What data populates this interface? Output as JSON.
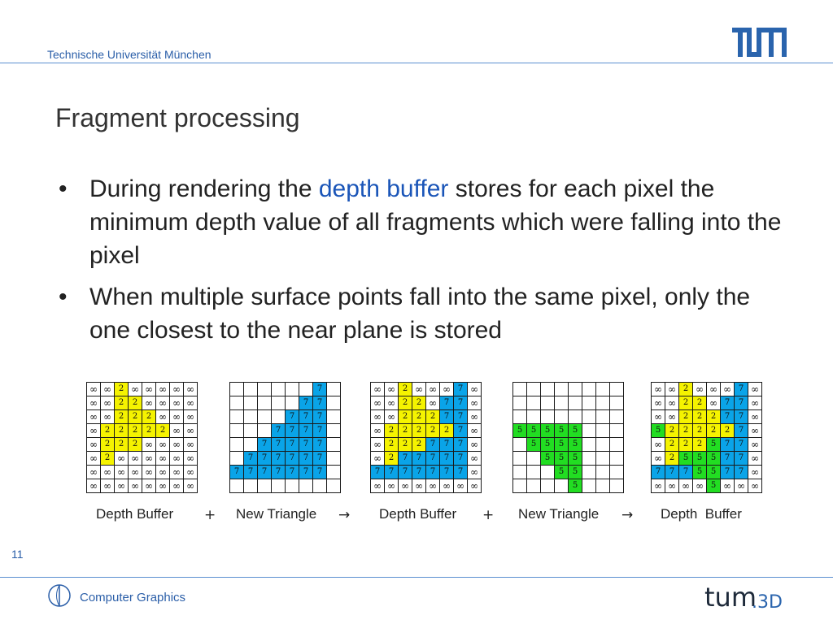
{
  "header": {
    "university": "Technische Universität München",
    "logo": "tum-logo"
  },
  "slide": {
    "title": "Fragment processing",
    "bullets": [
      {
        "dot": "•",
        "pre": "During rendering the ",
        "highlight": "depth buffer",
        "post": " stores for each pixel the minimum depth value of all fragments which were falling into the pixel"
      },
      {
        "dot": "•",
        "pre": "When multiple surface points fall into the same pixel, only the one closest to the near plane is stored",
        "highlight": "",
        "post": ""
      }
    ]
  },
  "colors": {
    "yellow": "#f5f300",
    "blue": "#0aa4e8",
    "green": "#22dd22",
    "accent": "#2a5ea8"
  },
  "legend": {
    "y": "yellow",
    "b": "blue",
    "g": "green",
    "w": "white"
  },
  "grids": [
    {
      "name": "depth-buffer-initial",
      "values": [
        [
          "∞",
          "∞",
          "2",
          "∞",
          "∞",
          "∞",
          "∞",
          "∞"
        ],
        [
          "∞",
          "∞",
          "2",
          "2",
          "∞",
          "∞",
          "∞",
          "∞"
        ],
        [
          "∞",
          "∞",
          "2",
          "2",
          "2",
          "∞",
          "∞",
          "∞"
        ],
        [
          "∞",
          "2",
          "2",
          "2",
          "2",
          "2",
          "∞",
          "∞"
        ],
        [
          "∞",
          "2",
          "2",
          "2",
          "∞",
          "∞",
          "∞",
          "∞"
        ],
        [
          "∞",
          "2",
          "∞",
          "∞",
          "∞",
          "∞",
          "∞",
          "∞"
        ],
        [
          "∞",
          "∞",
          "∞",
          "∞",
          "∞",
          "∞",
          "∞",
          "∞"
        ],
        [
          "∞",
          "∞",
          "∞",
          "∞",
          "∞",
          "∞",
          "∞",
          "∞"
        ]
      ],
      "colors": [
        "wwywwwww",
        "wwyywwww",
        "wwyyywww",
        "wyyyyyww",
        "wyyywwww",
        "wywwwwww",
        "wwwwwwww",
        "wwwwwwww"
      ]
    },
    {
      "name": "new-triangle-blue",
      "values": [
        [
          "",
          "",
          "",
          "",
          "",
          "",
          "7",
          ""
        ],
        [
          "",
          "",
          "",
          "",
          "",
          "7",
          "7",
          ""
        ],
        [
          "",
          "",
          "",
          "",
          "7",
          "7",
          "7",
          ""
        ],
        [
          "",
          "",
          "",
          "7",
          "7",
          "7",
          "7",
          ""
        ],
        [
          "",
          "",
          "7",
          "7",
          "7",
          "7",
          "7",
          ""
        ],
        [
          "",
          "7",
          "7",
          "7",
          "7",
          "7",
          "7",
          ""
        ],
        [
          "7",
          "7",
          "7",
          "7",
          "7",
          "7",
          "7",
          ""
        ],
        [
          "",
          "",
          "",
          "",
          "",
          "",
          "",
          ""
        ]
      ],
      "colors": [
        "wwwwwwbw",
        "wwwwwbbw",
        "wwwwbbbw",
        "wwwbbbbw",
        "wwbbbbbw",
        "wbbbbbbw",
        "bbbbbbbw",
        "wwwwwwww"
      ]
    },
    {
      "name": "depth-buffer-after-blue",
      "values": [
        [
          "∞",
          "∞",
          "2",
          "∞",
          "∞",
          "∞",
          "7",
          "∞"
        ],
        [
          "∞",
          "∞",
          "2",
          "2",
          "∞",
          "7",
          "7",
          "∞"
        ],
        [
          "∞",
          "∞",
          "2",
          "2",
          "2",
          "7",
          "7",
          "∞"
        ],
        [
          "∞",
          "2",
          "2",
          "2",
          "2",
          "2",
          "7",
          "∞"
        ],
        [
          "∞",
          "2",
          "2",
          "2",
          "7",
          "7",
          "7",
          "∞"
        ],
        [
          "∞",
          "2",
          "7",
          "7",
          "7",
          "7",
          "7",
          "∞"
        ],
        [
          "7",
          "7",
          "7",
          "7",
          "7",
          "7",
          "7",
          "∞"
        ],
        [
          "∞",
          "∞",
          "∞",
          "∞",
          "∞",
          "∞",
          "∞",
          "∞"
        ]
      ],
      "colors": [
        "wwywwwbw",
        "wwyywbbw",
        "wwyyybbw",
        "wyyyyybw",
        "wyyybbbw",
        "wybbbbbw",
        "bbbbbbbw",
        "wwwwwwww"
      ]
    },
    {
      "name": "new-triangle-green",
      "values": [
        [
          "",
          "",
          "",
          "",
          "",
          "",
          "",
          ""
        ],
        [
          "",
          "",
          "",
          "",
          "",
          "",
          "",
          ""
        ],
        [
          "",
          "",
          "",
          "",
          "",
          "",
          "",
          ""
        ],
        [
          "5",
          "5",
          "5",
          "5",
          "5",
          "",
          "",
          ""
        ],
        [
          "",
          "5",
          "5",
          "5",
          "5",
          "",
          "",
          ""
        ],
        [
          "",
          "",
          "5",
          "5",
          "5",
          "",
          "",
          ""
        ],
        [
          "",
          "",
          "",
          "5",
          "5",
          "",
          "",
          ""
        ],
        [
          "",
          "",
          "",
          "",
          "5",
          "",
          "",
          ""
        ]
      ],
      "colors": [
        "wwwwwwww",
        "wwwwwwww",
        "wwwwwwww",
        "gggggwww",
        "wggggwww",
        "wwgggwww",
        "wwwggwww",
        "wwwwgwww"
      ]
    },
    {
      "name": "depth-buffer-result",
      "values": [
        [
          "∞",
          "∞",
          "2",
          "∞",
          "∞",
          "∞",
          "7",
          "∞"
        ],
        [
          "∞",
          "∞",
          "2",
          "2",
          "∞",
          "7",
          "7",
          "∞"
        ],
        [
          "∞",
          "∞",
          "2",
          "2",
          "2",
          "7",
          "7",
          "∞"
        ],
        [
          "5",
          "2",
          "2",
          "2",
          "2",
          "2",
          "7",
          "∞"
        ],
        [
          "∞",
          "2",
          "2",
          "2",
          "5",
          "7",
          "7",
          "∞"
        ],
        [
          "∞",
          "2",
          "5",
          "5",
          "5",
          "7",
          "7",
          "∞"
        ],
        [
          "7",
          "7",
          "7",
          "5",
          "5",
          "7",
          "7",
          "∞"
        ],
        [
          "∞",
          "∞",
          "∞",
          "∞",
          "5",
          "∞",
          "∞",
          "∞"
        ]
      ],
      "colors": [
        "wwywwwbw",
        "wwyywbbw",
        "wwyyybbw",
        "gyyyyybw",
        "wyyygbbw",
        "wygggbbw",
        "bbbggbbw",
        "wwwwgwww"
      ]
    }
  ],
  "captions": {
    "c1": "Depth Buffer",
    "op1": "+",
    "c2": "New Triangle",
    "op2": "→",
    "c3": "Depth Buffer",
    "op3": "+",
    "c4": "New Triangle",
    "op4": "→",
    "c5": "Depth  Buffer"
  },
  "footer": {
    "page_number": "11",
    "label": "Computer Graphics",
    "logo_main": "tum",
    "logo_suffix": ".3D",
    "icon": "globe-icon"
  }
}
